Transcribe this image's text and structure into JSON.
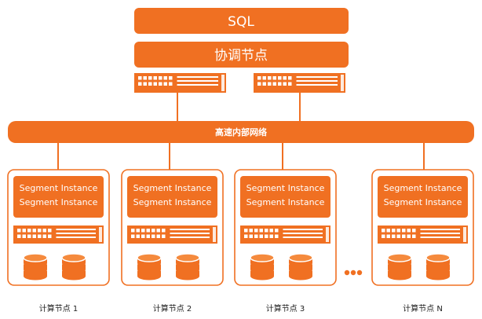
{
  "colors": {
    "accent": "#F07022",
    "accent_light": "#F58A3D",
    "white": "#FFFFFF",
    "label": "#222222"
  },
  "top": {
    "sql_label": "SQL",
    "coordinator_label": "协调节点"
  },
  "network": {
    "label": "高速内部网络"
  },
  "compute_nodes": [
    {
      "instances": [
        "Segment Instance",
        "Segment Instance"
      ],
      "label": "计算节点 1"
    },
    {
      "instances": [
        "Segment Instance",
        "Segment Instance"
      ],
      "label": "计算节点 2"
    },
    {
      "instances": [
        "Segment Instance",
        "Segment Instance"
      ],
      "label": "计算节点 3"
    },
    {
      "instances": [
        "Segment Instance",
        "Segment Instance"
      ],
      "label": "计算节点 N"
    }
  ],
  "icons": {
    "server": "server-rack-icon",
    "disk": "database-disk-icon",
    "ellipsis": "ellipsis-icon"
  }
}
